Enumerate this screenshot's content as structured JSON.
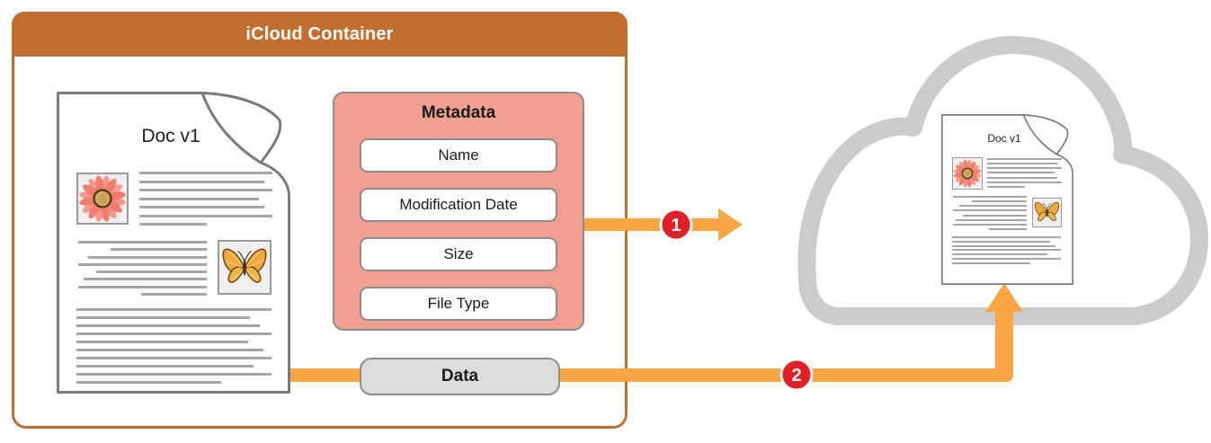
{
  "colors": {
    "header_bg": "#C06F30",
    "container_border": "#C06F30",
    "metadata_bg": "#F0A090",
    "box_border": "#8C8C8C",
    "field_bg": "#FFFFFF",
    "data_bg": "#DCDCDC",
    "arrow": "#F7A643",
    "badge_bg": "#E11F26",
    "badge_text": "#FFFFFF",
    "cloud_stroke": "#CBCBCB",
    "doc_border": "#7A7A7A",
    "text_line": "#A6A6A6",
    "image_box_bg": "#EFEFEF",
    "image_box_border": "#999999",
    "label_text": "#1A1A1A"
  },
  "container": {
    "title": "iCloud Container"
  },
  "source_document": {
    "title": "Doc v1",
    "intro_lines": [
      100,
      94,
      100,
      90,
      94,
      100,
      51
    ],
    "middle_lines": [
      100,
      75,
      92,
      100,
      86,
      96,
      100,
      51
    ],
    "bottom_lines": [
      100,
      89,
      94,
      100,
      88,
      96,
      100,
      91,
      100,
      74
    ]
  },
  "metadata": {
    "title": "Metadata",
    "fields": [
      "Name",
      "Modification Date",
      "Size",
      "File Type"
    ]
  },
  "data_box": {
    "label": "Data"
  },
  "steps": {
    "one": "1",
    "two": "2"
  },
  "cloud_document": {
    "title": "Doc v1",
    "intro_lines": [
      100,
      94,
      100,
      90,
      94,
      100,
      51
    ],
    "middle_lines": [
      100,
      75,
      92,
      100,
      86,
      96,
      100,
      51
    ],
    "bottom_lines": [
      100,
      90,
      95,
      100,
      88,
      100,
      72
    ]
  }
}
